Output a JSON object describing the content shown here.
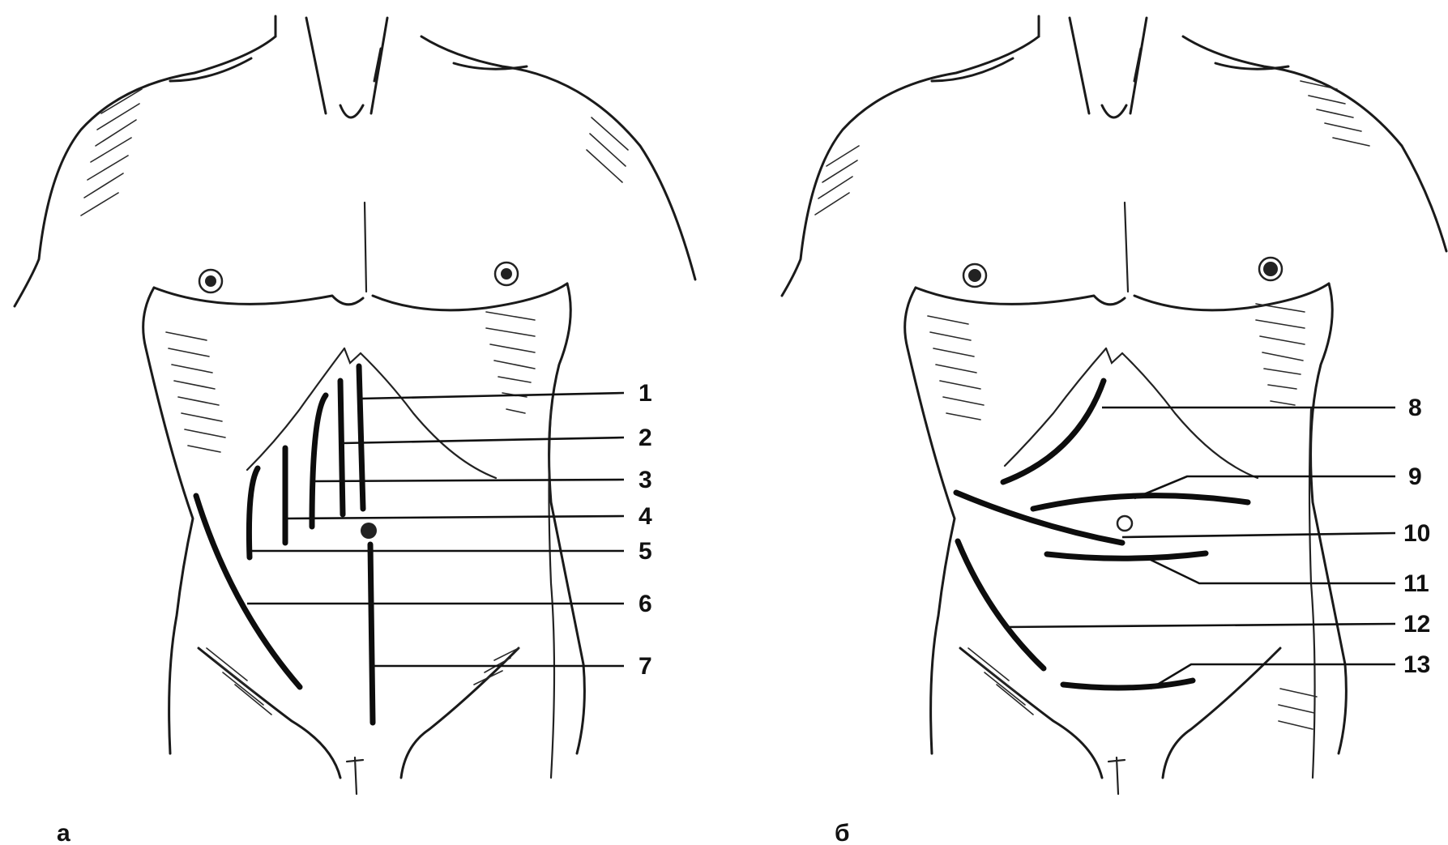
{
  "panels": [
    {
      "label": "а",
      "callouts": [
        "1",
        "2",
        "3",
        "4",
        "5",
        "6",
        "7"
      ]
    },
    {
      "label": "б",
      "callouts": [
        "8",
        "9",
        "10",
        "11",
        "12",
        "13"
      ]
    }
  ]
}
